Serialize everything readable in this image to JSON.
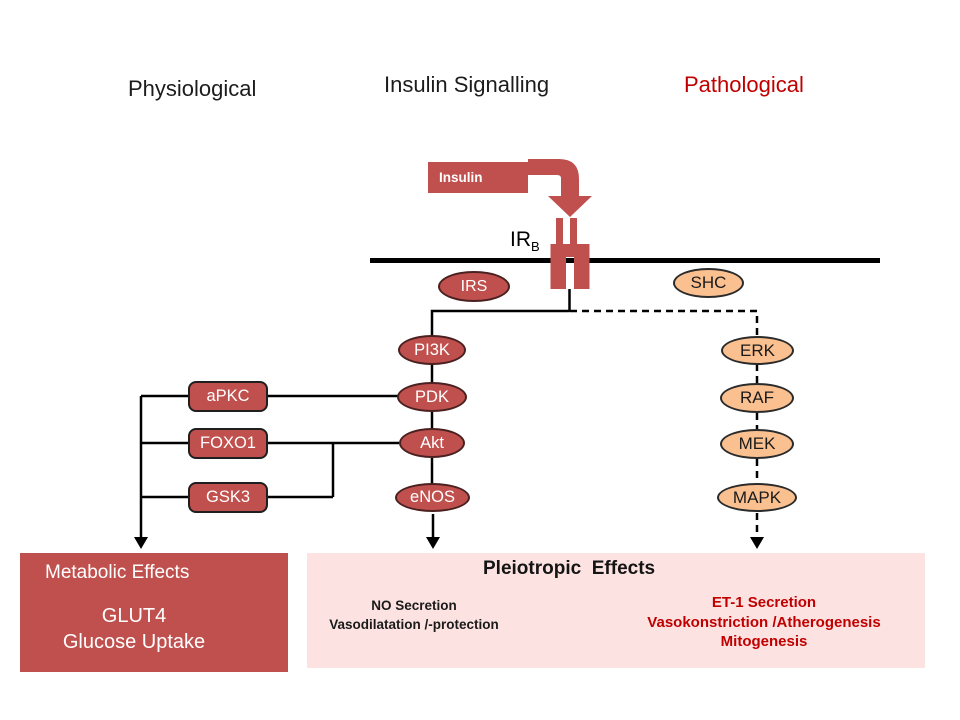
{
  "headers": {
    "left": "Physiological",
    "center": "Insulin Signalling",
    "right": "Pathological"
  },
  "colors": {
    "accent_red": "#C0504D",
    "pathological_text_red": "#C00000",
    "tan": "#FAC090",
    "pink_panel": "#FCE3E2",
    "membrane_black": "#000000"
  },
  "ligand": {
    "label": "Insulin"
  },
  "receptor": {
    "label": "IR",
    "subscript": "B"
  },
  "adapters": {
    "irs": "IRS",
    "shc": "SHC"
  },
  "physiological_chain": [
    "PI3K",
    "PDK",
    "Akt",
    "eNOS"
  ],
  "pathological_chain": [
    "ERK",
    "RAF",
    "MEK",
    "MAPK"
  ],
  "effector_boxes": [
    "aPKC",
    "FOXO1",
    "GSK3"
  ],
  "metabolic_panel": {
    "title": "Metabolic Effects",
    "lines": [
      "GLUT4",
      "Glucose Uptake"
    ]
  },
  "pleiotropic_panel": {
    "title": "Pleiotropic  Effects",
    "physiological_lines": [
      "NO Secretion",
      "Vasodilatation /-protection"
    ],
    "pathological_lines": [
      "ET-1 Secretion",
      "Vasokonstriction /Atherogenesis",
      "Mitogenesis"
    ]
  }
}
